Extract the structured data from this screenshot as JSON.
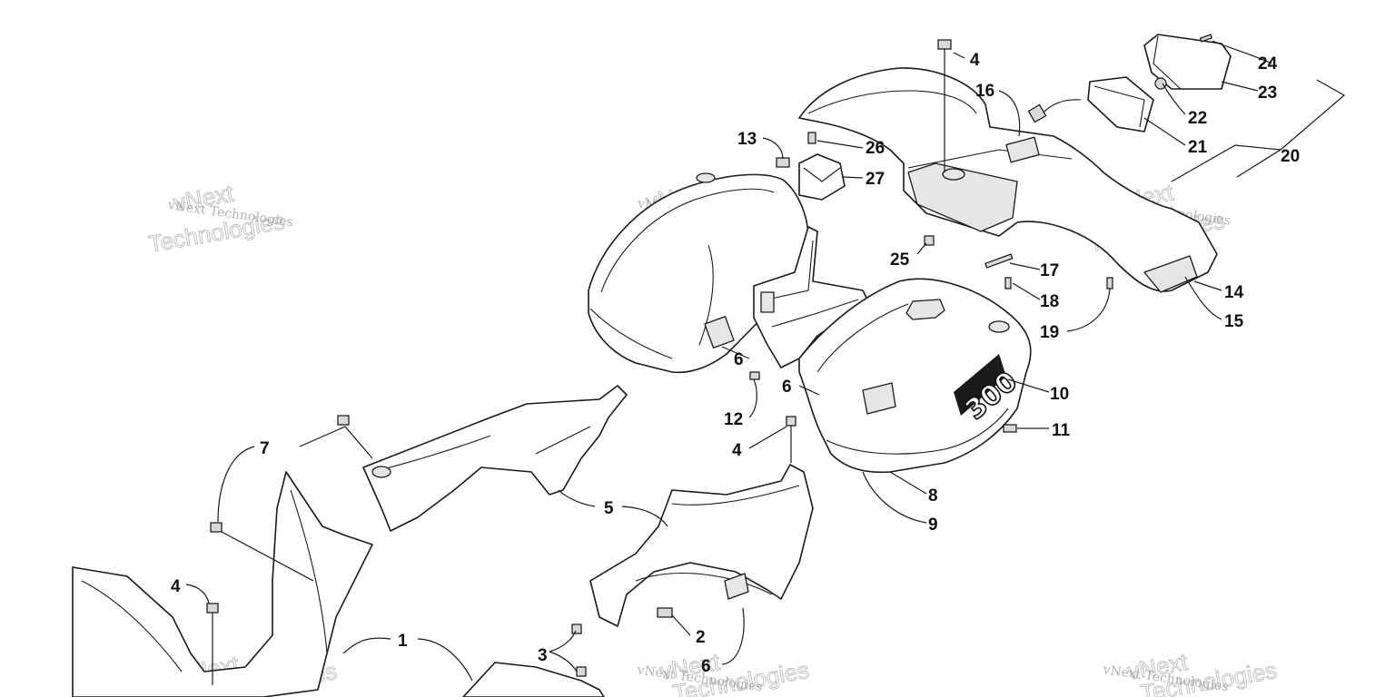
{
  "callouts": [
    {
      "id": "c1",
      "label": "1"
    },
    {
      "id": "c2",
      "label": "2"
    },
    {
      "id": "c3",
      "label": "3"
    },
    {
      "id": "c4a",
      "label": "4"
    },
    {
      "id": "c4b",
      "label": "4"
    },
    {
      "id": "c4c",
      "label": "4"
    },
    {
      "id": "c5",
      "label": "5"
    },
    {
      "id": "c6a",
      "label": "6"
    },
    {
      "id": "c6b",
      "label": "6"
    },
    {
      "id": "c6c",
      "label": "6"
    },
    {
      "id": "c7",
      "label": "7"
    },
    {
      "id": "c8",
      "label": "8"
    },
    {
      "id": "c9",
      "label": "9"
    },
    {
      "id": "c10",
      "label": "10"
    },
    {
      "id": "c11",
      "label": "11"
    },
    {
      "id": "c12",
      "label": "12"
    },
    {
      "id": "c13",
      "label": "13"
    },
    {
      "id": "c14",
      "label": "14"
    },
    {
      "id": "c15",
      "label": "15"
    },
    {
      "id": "c16",
      "label": "16"
    },
    {
      "id": "c17",
      "label": "17"
    },
    {
      "id": "c18",
      "label": "18"
    },
    {
      "id": "c19",
      "label": "19"
    },
    {
      "id": "c20",
      "label": "20"
    },
    {
      "id": "c21",
      "label": "21"
    },
    {
      "id": "c22",
      "label": "22"
    },
    {
      "id": "c23",
      "label": "23"
    },
    {
      "id": "c24",
      "label": "24"
    },
    {
      "id": "c25",
      "label": "25"
    },
    {
      "id": "c26",
      "label": "26"
    },
    {
      "id": "c27",
      "label": "27"
    }
  ],
  "decal": {
    "text": "300"
  },
  "watermark": {
    "small": "vNext Technologies",
    "big_line1": "vNext",
    "big_line2": "Technologies"
  }
}
